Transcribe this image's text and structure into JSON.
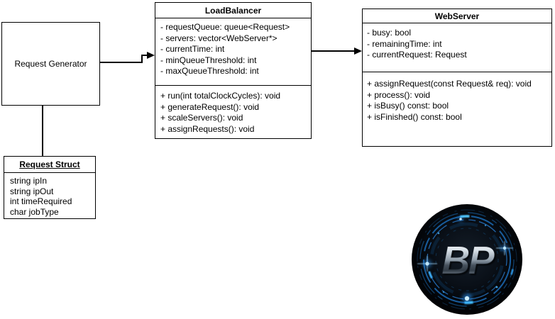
{
  "page": {
    "background_color": "#ffffff",
    "line_color": "#000000"
  },
  "diagram": {
    "request_generator": {
      "label": "Request Generator"
    },
    "load_balancer": {
      "title": "LoadBalancer",
      "attributes": [
        "- requestQueue: queue<Request>",
        "- servers: vector<WebServer*>",
        "- currentTime: int",
        "- minQueueThreshold: int",
        "- maxQueueThreshold: int"
      ],
      "methods": [
        "+ run(int totalClockCycles): void",
        "+ generateRequest(): void",
        "+ scaleServers(): void",
        "+ assignRequests(): void"
      ]
    },
    "web_server": {
      "title": "WebServer",
      "attributes": [
        "- busy: bool",
        "- remainingTime: int",
        "- currentRequest: Request"
      ],
      "methods": [
        "+ assignRequest(const Request& req): void",
        "+ process(): void",
        "+ isBusy() const: bool",
        "+ isFinished() const: bool"
      ]
    },
    "request_struct": {
      "title": "Request Struct",
      "fields": [
        "string ipIn",
        "string ipOut",
        "int timeRequired",
        "char jobType"
      ]
    }
  },
  "logo": {
    "text": "BP",
    "accent_color": "#45c3ff",
    "ring_color": "#1b66ad",
    "letter_highlight": "#f2f7fc",
    "letter_shadow": "#3a4450",
    "background_color": "#000000"
  }
}
